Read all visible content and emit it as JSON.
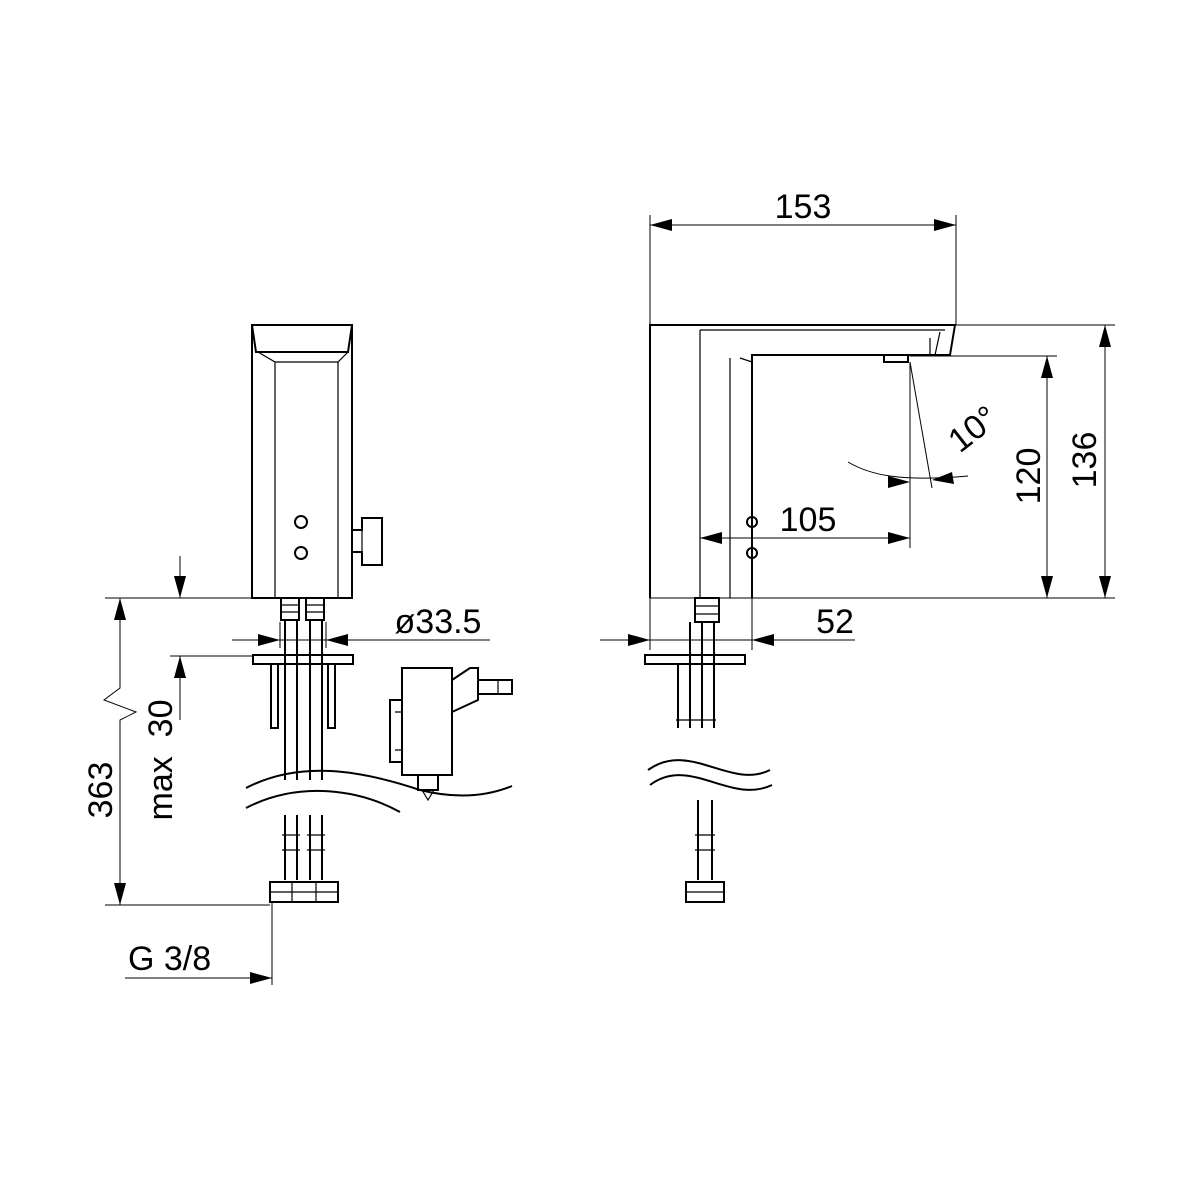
{
  "colors": {
    "line": "#000000",
    "background": "#ffffff"
  },
  "labels": {
    "d153": "153",
    "d136": "136",
    "d120": "120",
    "d105": "105",
    "d52": "52",
    "angle": "10°",
    "diameter": "ø33.5",
    "d363": "363",
    "max30": "max  30",
    "thread": "G 3/8"
  }
}
